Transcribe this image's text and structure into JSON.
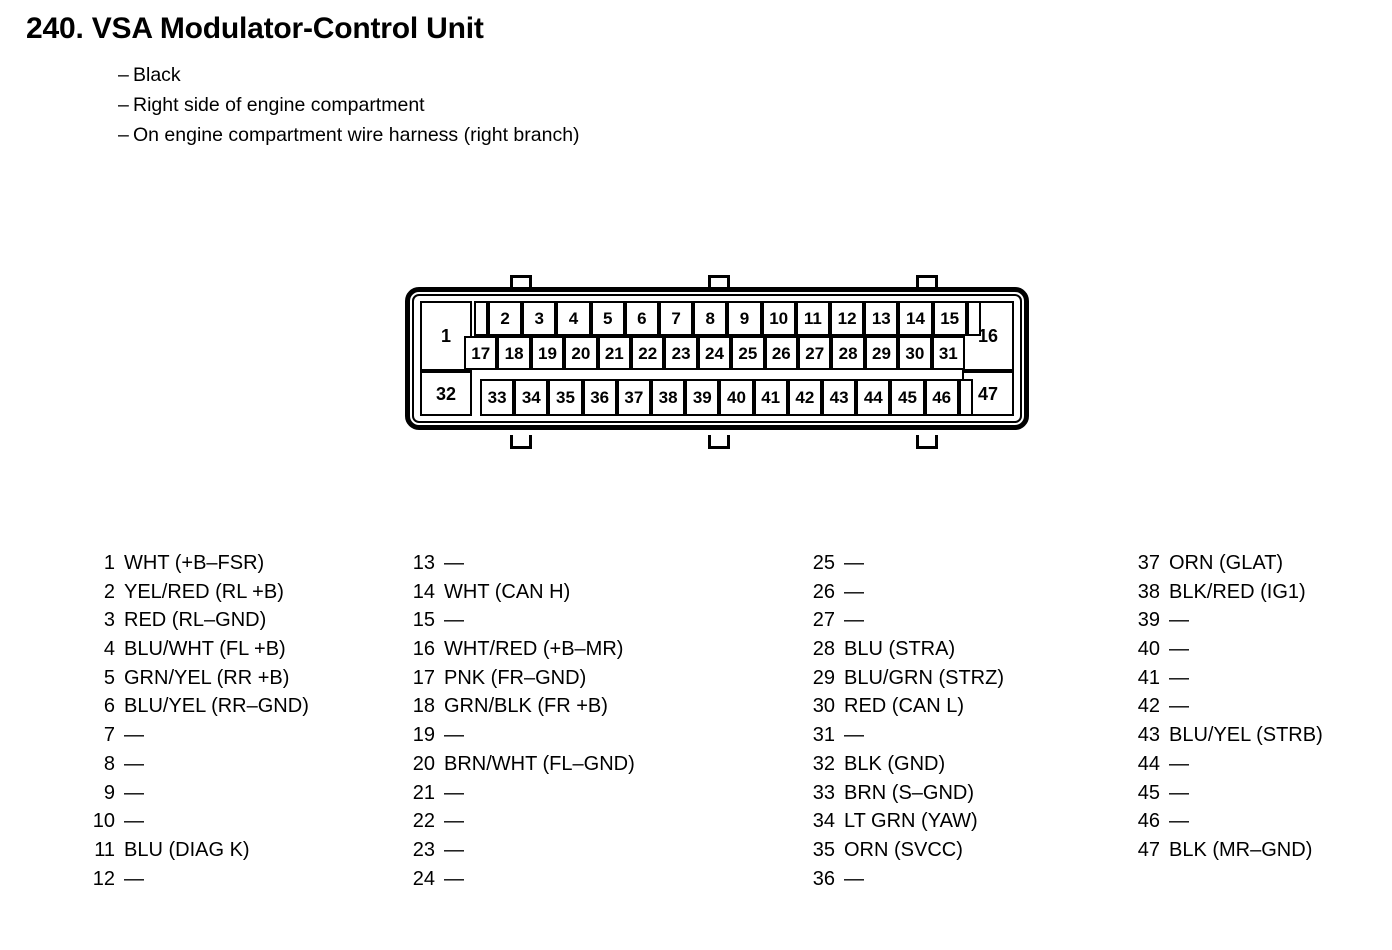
{
  "header": {
    "title": "240. VSA Modulator-Control Unit",
    "bullets": [
      "Black",
      "Right side of engine compartment",
      "On engine compartment wire harness (right branch)"
    ],
    "bullet_marker": "–"
  },
  "connector": {
    "name": "vsa-modulator-control-unit-connector",
    "top_row": [
      "2",
      "3",
      "4",
      "5",
      "6",
      "7",
      "8",
      "9",
      "10",
      "11",
      "12",
      "13",
      "14",
      "15"
    ],
    "middle_row": [
      "17",
      "18",
      "19",
      "20",
      "21",
      "22",
      "23",
      "24",
      "25",
      "26",
      "27",
      "28",
      "29",
      "30",
      "31"
    ],
    "bottom_row": [
      "33",
      "34",
      "35",
      "36",
      "37",
      "38",
      "39",
      "40",
      "41",
      "42",
      "43",
      "44",
      "45",
      "46"
    ],
    "left_top": "1",
    "left_bottom": "32",
    "right_top": "16",
    "right_bottom": "47",
    "tab_count_top": 3,
    "tab_count_bottom": 3
  },
  "pin_list": {
    "columns": [
      {
        "rows": [
          {
            "num": "1",
            "desc": "WHT (+B–FSR)"
          },
          {
            "num": "2",
            "desc": "YEL/RED (RL +B)"
          },
          {
            "num": "3",
            "desc": "RED (RL–GND)"
          },
          {
            "num": "4",
            "desc": "BLU/WHT (FL +B)"
          },
          {
            "num": "5",
            "desc": "GRN/YEL (RR +B)"
          },
          {
            "num": "6",
            "desc": "BLU/YEL (RR–GND)"
          },
          {
            "num": "7",
            "desc": "—"
          },
          {
            "num": "8",
            "desc": "—"
          },
          {
            "num": "9",
            "desc": "—"
          },
          {
            "num": "10",
            "desc": "—"
          },
          {
            "num": "11",
            "desc": "BLU (DIAG K)"
          },
          {
            "num": "12",
            "desc": "—"
          }
        ]
      },
      {
        "rows": [
          {
            "num": "13",
            "desc": "—"
          },
          {
            "num": "14",
            "desc": "WHT (CAN H)"
          },
          {
            "num": "15",
            "desc": "—"
          },
          {
            "num": "16",
            "desc": "WHT/RED (+B–MR)"
          },
          {
            "num": "17",
            "desc": "PNK (FR–GND)"
          },
          {
            "num": "18",
            "desc": "GRN/BLK (FR +B)"
          },
          {
            "num": "19",
            "desc": "—"
          },
          {
            "num": "20",
            "desc": "BRN/WHT (FL–GND)"
          },
          {
            "num": "21",
            "desc": "—"
          },
          {
            "num": "22",
            "desc": "—"
          },
          {
            "num": "23",
            "desc": "—"
          },
          {
            "num": "24",
            "desc": "—"
          }
        ]
      },
      {
        "rows": [
          {
            "num": "25",
            "desc": "—"
          },
          {
            "num": "26",
            "desc": "—"
          },
          {
            "num": "27",
            "desc": "—"
          },
          {
            "num": "28",
            "desc": "BLU (STRA)"
          },
          {
            "num": "29",
            "desc": "BLU/GRN (STRZ)"
          },
          {
            "num": "30",
            "desc": "RED (CAN L)"
          },
          {
            "num": "31",
            "desc": "—"
          },
          {
            "num": "32",
            "desc": "BLK (GND)"
          },
          {
            "num": "33",
            "desc": "BRN (S–GND)"
          },
          {
            "num": "34",
            "desc": "LT GRN (YAW)"
          },
          {
            "num": "35",
            "desc": "ORN (SVCC)"
          },
          {
            "num": "36",
            "desc": "—"
          }
        ]
      },
      {
        "rows": [
          {
            "num": "37",
            "desc": "ORN (GLAT)"
          },
          {
            "num": "38",
            "desc": "BLK/RED (IG1)"
          },
          {
            "num": "39",
            "desc": "—"
          },
          {
            "num": "40",
            "desc": "—"
          },
          {
            "num": "41",
            "desc": "—"
          },
          {
            "num": "42",
            "desc": "—"
          },
          {
            "num": "43",
            "desc": "BLU/YEL (STRB)"
          },
          {
            "num": "44",
            "desc": "—"
          },
          {
            "num": "45",
            "desc": "—"
          },
          {
            "num": "46",
            "desc": "—"
          },
          {
            "num": "47",
            "desc": "BLK (MR–GND)"
          }
        ]
      }
    ]
  },
  "colors": {
    "ink": "#000000",
    "paper": "#ffffff"
  }
}
